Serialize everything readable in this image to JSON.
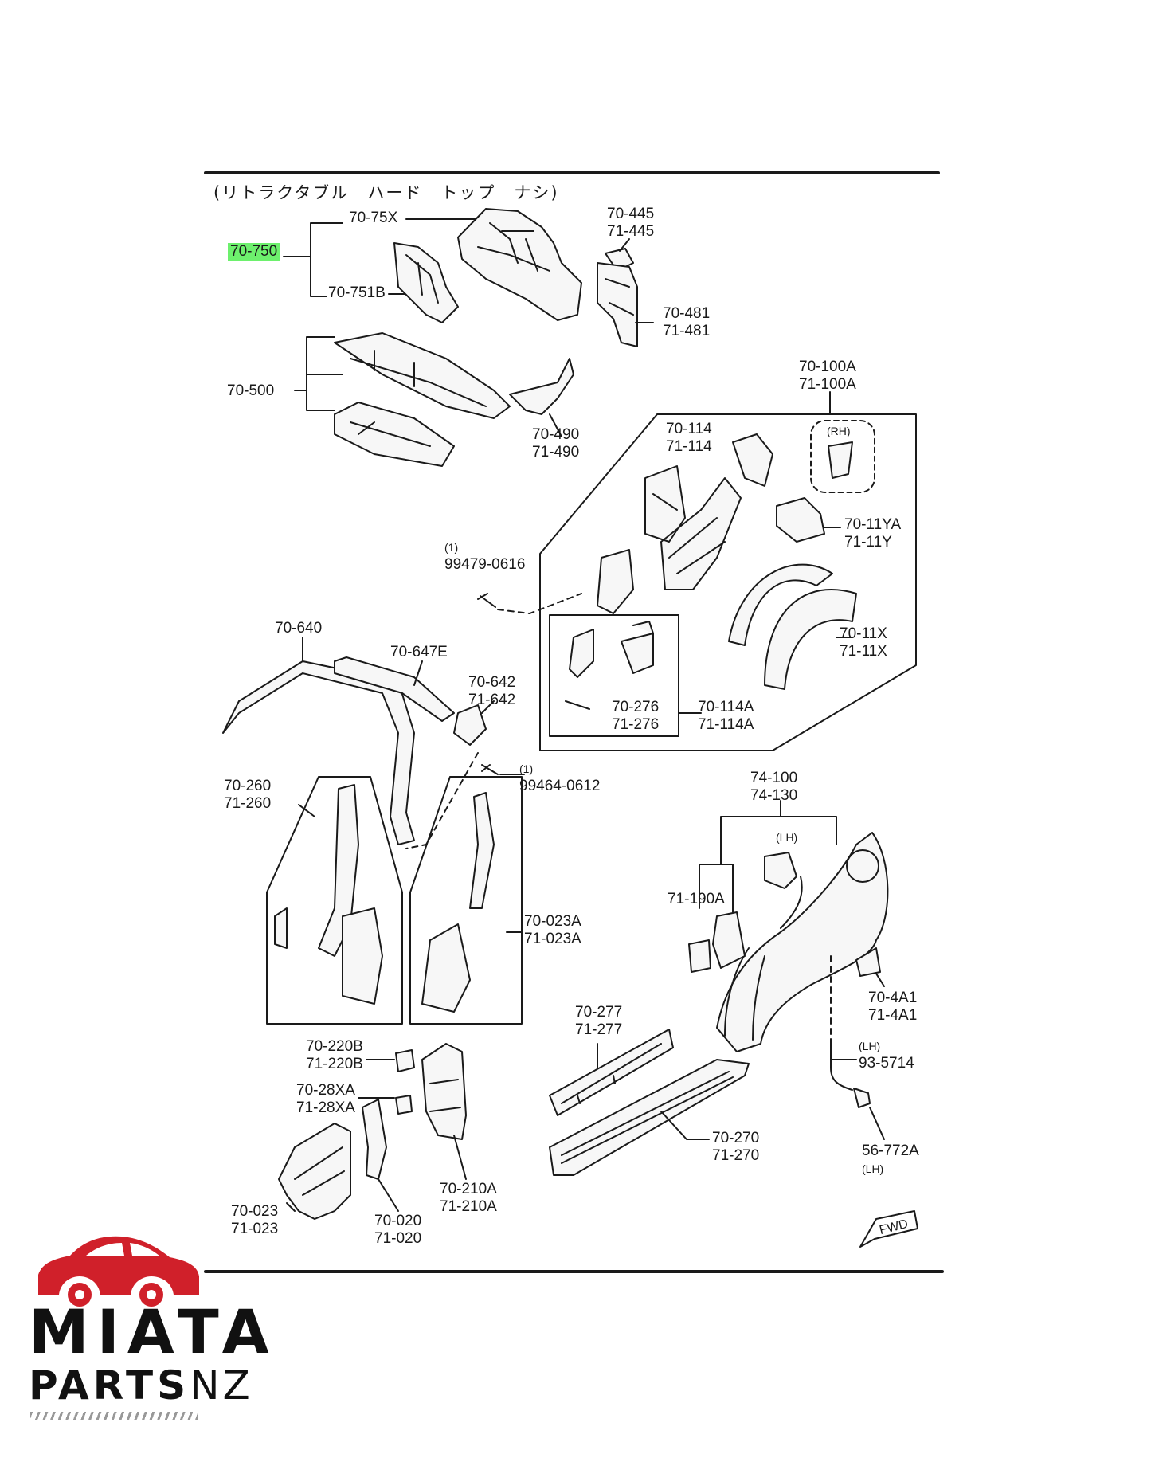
{
  "diagram": {
    "header_note": "(リトラクタブル　ハード　トップ　ナシ)",
    "labels": [
      {
        "id": "70-750",
        "lines": [
          "70-750"
        ],
        "highlight": true
      },
      {
        "id": "70-75X",
        "lines": [
          "70-75X"
        ]
      },
      {
        "id": "70-751B",
        "lines": [
          "70-751B"
        ]
      },
      {
        "id": "70-445",
        "lines": [
          "70-445",
          "71-445"
        ]
      },
      {
        "id": "70-481",
        "lines": [
          "70-481",
          "71-481"
        ]
      },
      {
        "id": "70-500",
        "lines": [
          "70-500"
        ]
      },
      {
        "id": "70-490",
        "lines": [
          "70-490",
          "71-490"
        ]
      },
      {
        "id": "70-100A",
        "lines": [
          "70-100A",
          "71-100A"
        ]
      },
      {
        "id": "70-114",
        "lines": [
          "70-114",
          "71-114"
        ]
      },
      {
        "id": "RH",
        "lines": [
          "(RH)"
        ]
      },
      {
        "id": "70-11YA",
        "lines": [
          "70-11YA",
          "71-11Y"
        ]
      },
      {
        "id": "99479-0616",
        "lines": [
          "(1)",
          "99479-0616"
        ]
      },
      {
        "id": "70-11X",
        "lines": [
          "70-11X",
          "71-11X"
        ]
      },
      {
        "id": "70-640",
        "lines": [
          "70-640"
        ]
      },
      {
        "id": "70-647E",
        "lines": [
          "70-647E"
        ]
      },
      {
        "id": "70-642",
        "lines": [
          "70-642",
          "71-642"
        ]
      },
      {
        "id": "70-276",
        "lines": [
          "70-276",
          "71-276"
        ]
      },
      {
        "id": "70-114A",
        "lines": [
          "70-114A",
          "71-114A"
        ]
      },
      {
        "id": "99464-0612",
        "lines": [
          "(1)",
          "99464-0612"
        ]
      },
      {
        "id": "70-260",
        "lines": [
          "70-260",
          "71-260"
        ]
      },
      {
        "id": "74-100",
        "lines": [
          "74-100",
          "74-130"
        ]
      },
      {
        "id": "LH1",
        "lines": [
          "(LH)"
        ]
      },
      {
        "id": "71-190A",
        "lines": [
          "71-190A"
        ]
      },
      {
        "id": "70-023A",
        "lines": [
          "70-023A",
          "71-023A"
        ]
      },
      {
        "id": "70-4A1",
        "lines": [
          "70-4A1",
          "71-4A1"
        ]
      },
      {
        "id": "70-277",
        "lines": [
          "70-277",
          "71-277"
        ]
      },
      {
        "id": "70-220B",
        "lines": [
          "70-220B",
          "71-220B"
        ]
      },
      {
        "id": "93-5714",
        "lines": [
          "(LH)",
          "93-5714"
        ]
      },
      {
        "id": "70-28XA",
        "lines": [
          "70-28XA",
          "71-28XA"
        ]
      },
      {
        "id": "70-270",
        "lines": [
          "70-270",
          "71-270"
        ]
      },
      {
        "id": "56-772A",
        "lines": [
          "56-772A",
          "(LH)"
        ]
      },
      {
        "id": "70-210A",
        "lines": [
          "70-210A",
          "71-210A"
        ]
      },
      {
        "id": "70-023",
        "lines": [
          "70-023",
          "71-023"
        ]
      },
      {
        "id": "70-020",
        "lines": [
          "70-020",
          "71-020"
        ]
      },
      {
        "id": "FWD",
        "lines": [
          "FWD"
        ]
      }
    ]
  },
  "brand": {
    "line1": "MIATA",
    "line2_a": "PARTS",
    "line2_b": "NZ",
    "logo_color": "#d0202a"
  },
  "colors": {
    "highlight": "#6df06d",
    "ink": "#1a1a1a"
  }
}
